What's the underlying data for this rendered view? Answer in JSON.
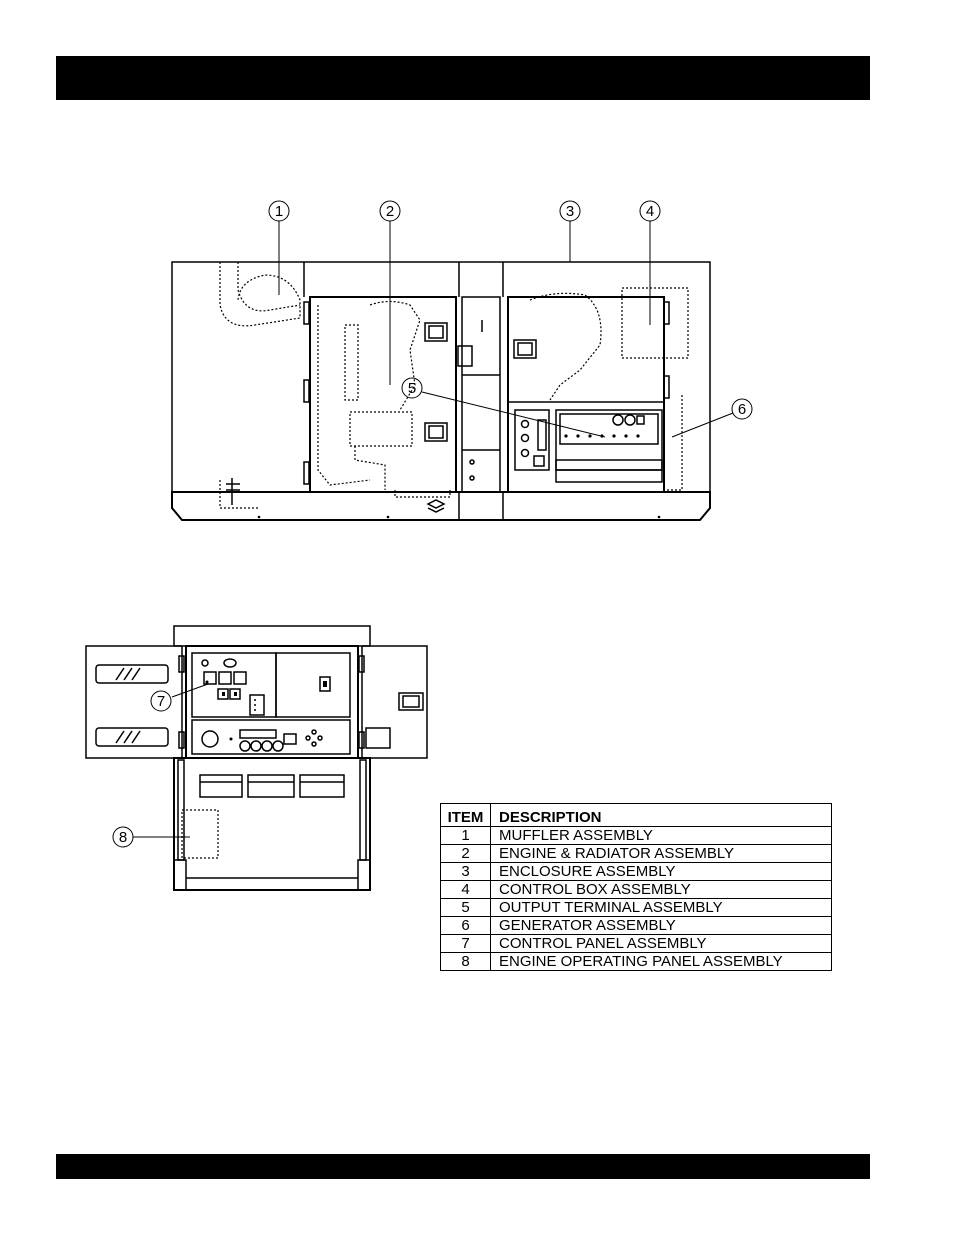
{
  "callouts": {
    "c1": "1",
    "c2": "2",
    "c3": "3",
    "c4": "4",
    "c5": "5",
    "c6": "6",
    "c7": "7",
    "c8": "8"
  },
  "table": {
    "header_item": "ITEM",
    "header_desc": "DESCRIPTION",
    "rows": [
      {
        "item": "1",
        "desc": "MUFFLER ASSEMBLY"
      },
      {
        "item": "2",
        "desc": "ENGINE & RADIATOR ASSEMBLY"
      },
      {
        "item": "3",
        "desc": "ENCLOSURE ASSEMBLY"
      },
      {
        "item": "4",
        "desc": "CONTROL BOX ASSEMBLY"
      },
      {
        "item": "5",
        "desc": "OUTPUT TERMINAL ASSEMBLY"
      },
      {
        "item": "6",
        "desc": "GENERATOR ASSEMBLY"
      },
      {
        "item": "7",
        "desc": "CONTROL PANEL ASSEMBLY"
      },
      {
        "item": "8",
        "desc": "ENGINE OPERATING PANEL ASSEMBLY"
      }
    ]
  }
}
